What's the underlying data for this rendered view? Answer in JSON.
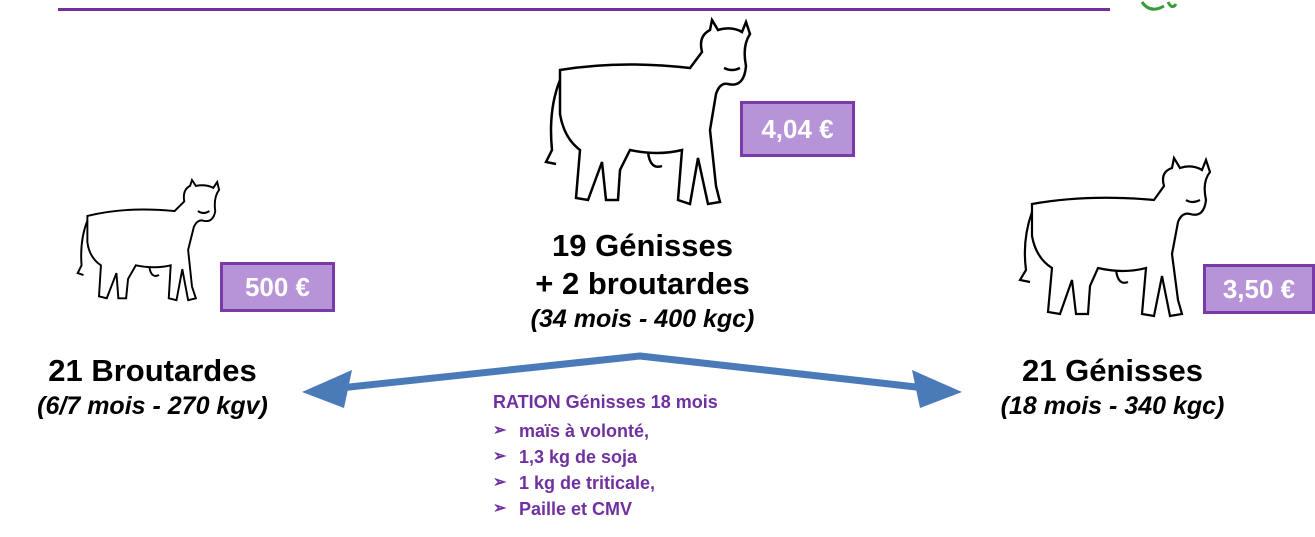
{
  "left": {
    "count_label": "21 Broutardes",
    "detail": "(6/7 mois - 270 kgv)",
    "price": "500 €"
  },
  "center": {
    "line1": "19 Génisses",
    "line2": "+ 2 broutardes",
    "detail": "(34 mois - 400 kgc)",
    "price": "4,04 €"
  },
  "right": {
    "count_label": "21 Génisses",
    "detail": "(18 mois - 340 kgc)",
    "price": "3,50 €"
  },
  "ration": {
    "title": "RATION Génisses 18 mois",
    "items": [
      "maïs à volonté,",
      "1,3 kg de soja",
      "1 kg de triticale,",
      "Paille et CMV"
    ],
    "bullet": "➢"
  },
  "colors": {
    "accent": "#7030a0",
    "price_box": "#b793d8",
    "arrow": "#4a7ab8"
  },
  "icons": [
    "cow-icon",
    "arrow-double-icon",
    "leaf-icon"
  ]
}
